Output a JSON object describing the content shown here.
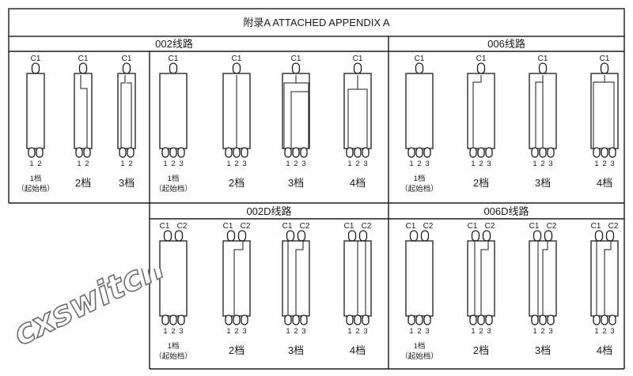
{
  "header": {
    "title": "附录A  ATTACHED APPENDIX A"
  },
  "watermark": {
    "text": "cxswitch"
  },
  "panels": [
    {
      "id": "p002",
      "title": "002线路",
      "contacts": [
        "C1"
      ],
      "positions": [
        {
          "pins": [
            "1",
            "2"
          ],
          "label": "1档",
          "sublabel": "（起始档）"
        },
        {
          "pins": [
            "1",
            "2"
          ],
          "label": "2档"
        },
        {
          "pins": [
            "1",
            "2"
          ],
          "label": "3档"
        },
        {
          "pins": [
            "1",
            "2",
            "3"
          ],
          "label": "1档",
          "sublabel": "（起始档）"
        },
        {
          "pins": [
            "1",
            "2",
            "3"
          ],
          "label": "2档"
        },
        {
          "pins": [
            "1",
            "2",
            "3"
          ],
          "label": "3档"
        },
        {
          "pins": [
            "1",
            "2",
            "3"
          ],
          "label": "4档"
        }
      ]
    },
    {
      "id": "p006",
      "title": "006线路",
      "contacts": [
        "C1"
      ],
      "positions": [
        {
          "pins": [
            "1",
            "2",
            "3"
          ],
          "label": "1档",
          "sublabel": "（起始档）"
        },
        {
          "pins": [
            "1",
            "2",
            "3"
          ],
          "label": "2档"
        },
        {
          "pins": [
            "1",
            "2",
            "3"
          ],
          "label": "3档"
        },
        {
          "pins": [
            "1",
            "2",
            "3"
          ],
          "label": "4档"
        }
      ]
    },
    {
      "id": "p002d",
      "title": "002D线路",
      "contacts": [
        "C1",
        "C2"
      ],
      "positions": [
        {
          "pins": [
            "1",
            "2",
            "3"
          ],
          "label": "1档",
          "sublabel": "（起始档）"
        },
        {
          "pins": [
            "1",
            "2",
            "3"
          ],
          "label": "2档"
        },
        {
          "pins": [
            "1",
            "2",
            "3"
          ],
          "label": "3档"
        },
        {
          "pins": [
            "1",
            "2",
            "3"
          ],
          "label": "4档"
        }
      ]
    },
    {
      "id": "p006d",
      "title": "006D线路",
      "contacts": [
        "C1",
        "C2"
      ],
      "positions": [
        {
          "pins": [
            "1",
            "2",
            "3"
          ],
          "label": "1档",
          "sublabel": "（起始档）"
        },
        {
          "pins": [
            "1",
            "2",
            "3"
          ],
          "label": "2档"
        },
        {
          "pins": [
            "1",
            "2",
            "3"
          ],
          "label": "3档"
        },
        {
          "pins": [
            "1",
            "2",
            "3"
          ],
          "label": "4档"
        }
      ]
    }
  ]
}
